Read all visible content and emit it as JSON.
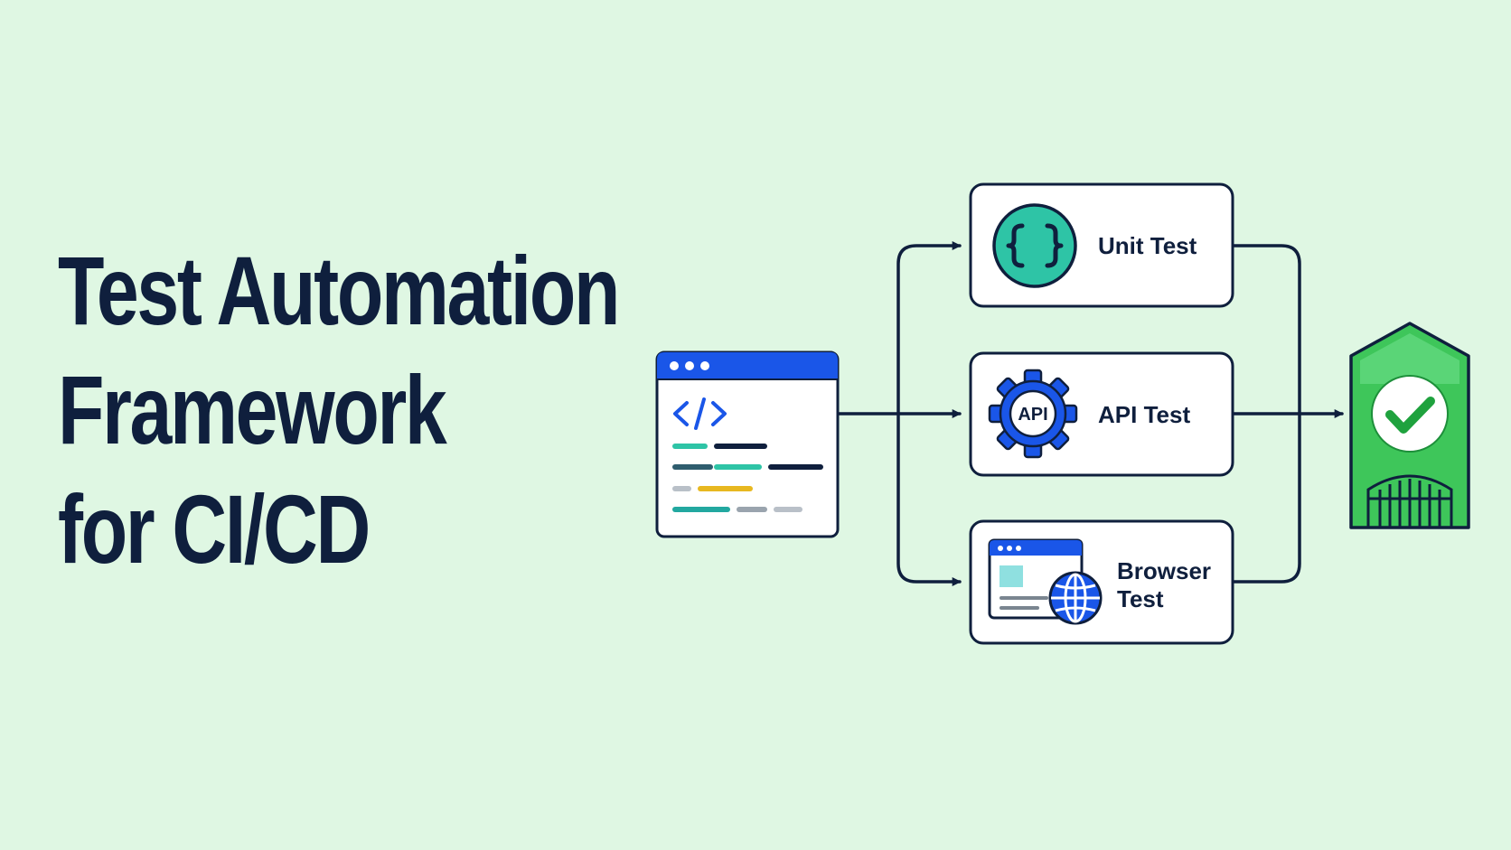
{
  "title": {
    "line1": "Test Automation",
    "line2": "Framework",
    "line3": "for CI/CD"
  },
  "nodes": {
    "unit": {
      "label": "Unit Test"
    },
    "api": {
      "label": "API Test",
      "icon_text": "API"
    },
    "browser": {
      "label_line1": "Browser",
      "label_line2": "Test"
    }
  },
  "icons": {
    "source": "code-window-icon",
    "unit": "curly-braces-icon",
    "api": "gear-icon",
    "browser": "browser-globe-icon",
    "gate": "shield-gate-check-icon"
  },
  "colors": {
    "background": "#dff7e3",
    "ink": "#0f1f3d",
    "blue": "#1a56e8",
    "teal": "#2ec4a6",
    "green": "#3ec65a",
    "yellow": "#e8b820"
  }
}
